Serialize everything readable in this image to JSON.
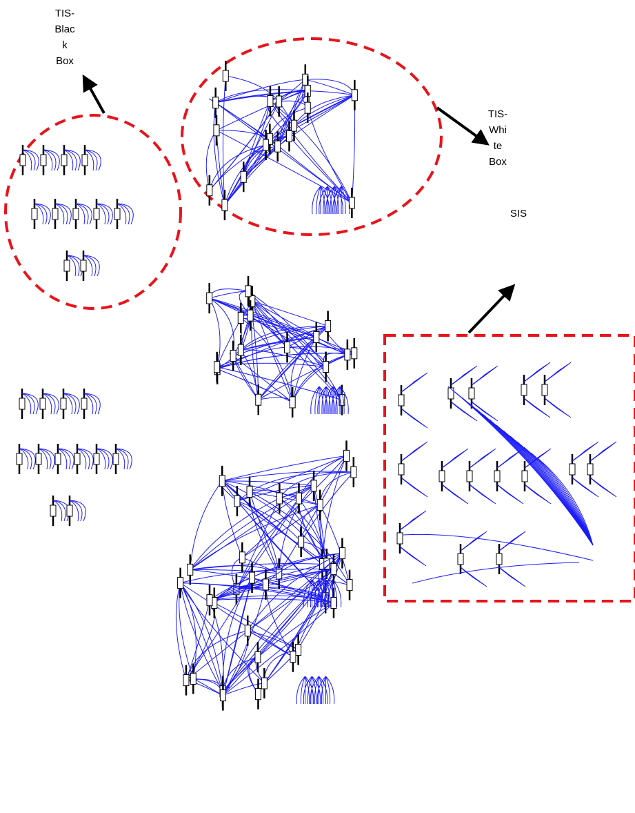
{
  "labels": {
    "tis_black_box": "TIS-\nBlac\nk\nBox",
    "tis_white_box": "TIS-\nWhi\nte\nBox",
    "sis": "SIS"
  },
  "colors": {
    "background": "#ffffff",
    "highlight_dash": "#e8141b",
    "edge": "#1a1aff",
    "node_stroke": "#000000",
    "arrow": "#000000"
  }
}
